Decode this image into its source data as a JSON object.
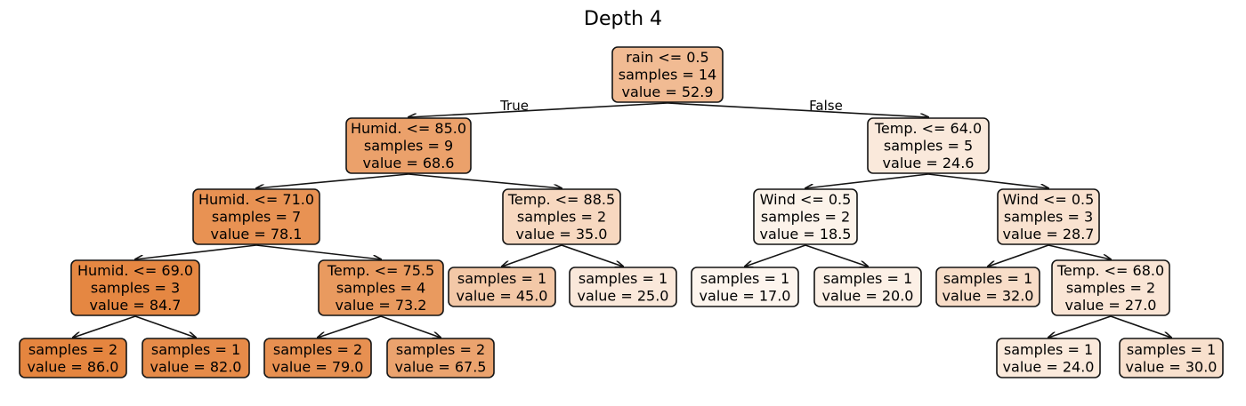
{
  "title": "Depth 4",
  "colors": {
    "light": "#fdf5ee",
    "mid": "#efa66d",
    "dark": "#e5853f",
    "value_min": 17.0,
    "value_max": 86.0
  },
  "edge_labels": {
    "true": "True",
    "false": "False"
  },
  "nodes": [
    {
      "id": "n0",
      "parent": null,
      "lines": [
        "rain <= 0.5",
        "samples = 14",
        "value = 52.9"
      ],
      "value": 52.9
    },
    {
      "id": "n1",
      "parent": "n0",
      "lines": [
        "Humid. <= 85.0",
        "samples = 9",
        "value = 68.6"
      ],
      "value": 68.6
    },
    {
      "id": "n2",
      "parent": "n0",
      "lines": [
        "Temp. <= 64.0",
        "samples = 5",
        "value = 24.6"
      ],
      "value": 24.6
    },
    {
      "id": "n3",
      "parent": "n1",
      "lines": [
        "Humid. <= 71.0",
        "samples = 7",
        "value = 78.1"
      ],
      "value": 78.1
    },
    {
      "id": "n4",
      "parent": "n1",
      "lines": [
        "Temp. <= 88.5",
        "samples = 2",
        "value = 35.0"
      ],
      "value": 35.0
    },
    {
      "id": "n5",
      "parent": "n2",
      "lines": [
        "Wind <= 0.5",
        "samples = 2",
        "value = 18.5"
      ],
      "value": 18.5
    },
    {
      "id": "n6",
      "parent": "n2",
      "lines": [
        "Wind <= 0.5",
        "samples = 3",
        "value = 28.7"
      ],
      "value": 28.7
    },
    {
      "id": "n7",
      "parent": "n3",
      "lines": [
        "Humid. <= 69.0",
        "samples = 3",
        "value = 84.7"
      ],
      "value": 84.7
    },
    {
      "id": "n8",
      "parent": "n3",
      "lines": [
        "Temp. <= 75.5",
        "samples = 4",
        "value = 73.2"
      ],
      "value": 73.2
    },
    {
      "id": "n9",
      "parent": "n4",
      "lines": [
        "samples = 1",
        "value = 45.0"
      ],
      "value": 45.0
    },
    {
      "id": "n10",
      "parent": "n4",
      "lines": [
        "samples = 1",
        "value = 25.0"
      ],
      "value": 25.0
    },
    {
      "id": "n11",
      "parent": "n5",
      "lines": [
        "samples = 1",
        "value = 17.0"
      ],
      "value": 17.0
    },
    {
      "id": "n12",
      "parent": "n5",
      "lines": [
        "samples = 1",
        "value = 20.0"
      ],
      "value": 20.0
    },
    {
      "id": "n13",
      "parent": "n6",
      "lines": [
        "samples = 1",
        "value = 32.0"
      ],
      "value": 32.0
    },
    {
      "id": "n14",
      "parent": "n6",
      "lines": [
        "Temp. <= 68.0",
        "samples = 2",
        "value = 27.0"
      ],
      "value": 27.0
    },
    {
      "id": "n15",
      "parent": "n7",
      "lines": [
        "samples = 2",
        "value = 86.0"
      ],
      "value": 86.0
    },
    {
      "id": "n16",
      "parent": "n7",
      "lines": [
        "samples = 1",
        "value = 82.0"
      ],
      "value": 82.0
    },
    {
      "id": "n17",
      "parent": "n8",
      "lines": [
        "samples = 2",
        "value = 79.0"
      ],
      "value": 79.0
    },
    {
      "id": "n18",
      "parent": "n8",
      "lines": [
        "samples = 2",
        "value = 67.5"
      ],
      "value": 67.5
    },
    {
      "id": "n19",
      "parent": "n14",
      "lines": [
        "samples = 1",
        "value = 24.0"
      ],
      "value": 24.0
    },
    {
      "id": "n20",
      "parent": "n14",
      "lines": [
        "samples = 1",
        "value = 30.0"
      ],
      "value": 30.0
    }
  ]
}
